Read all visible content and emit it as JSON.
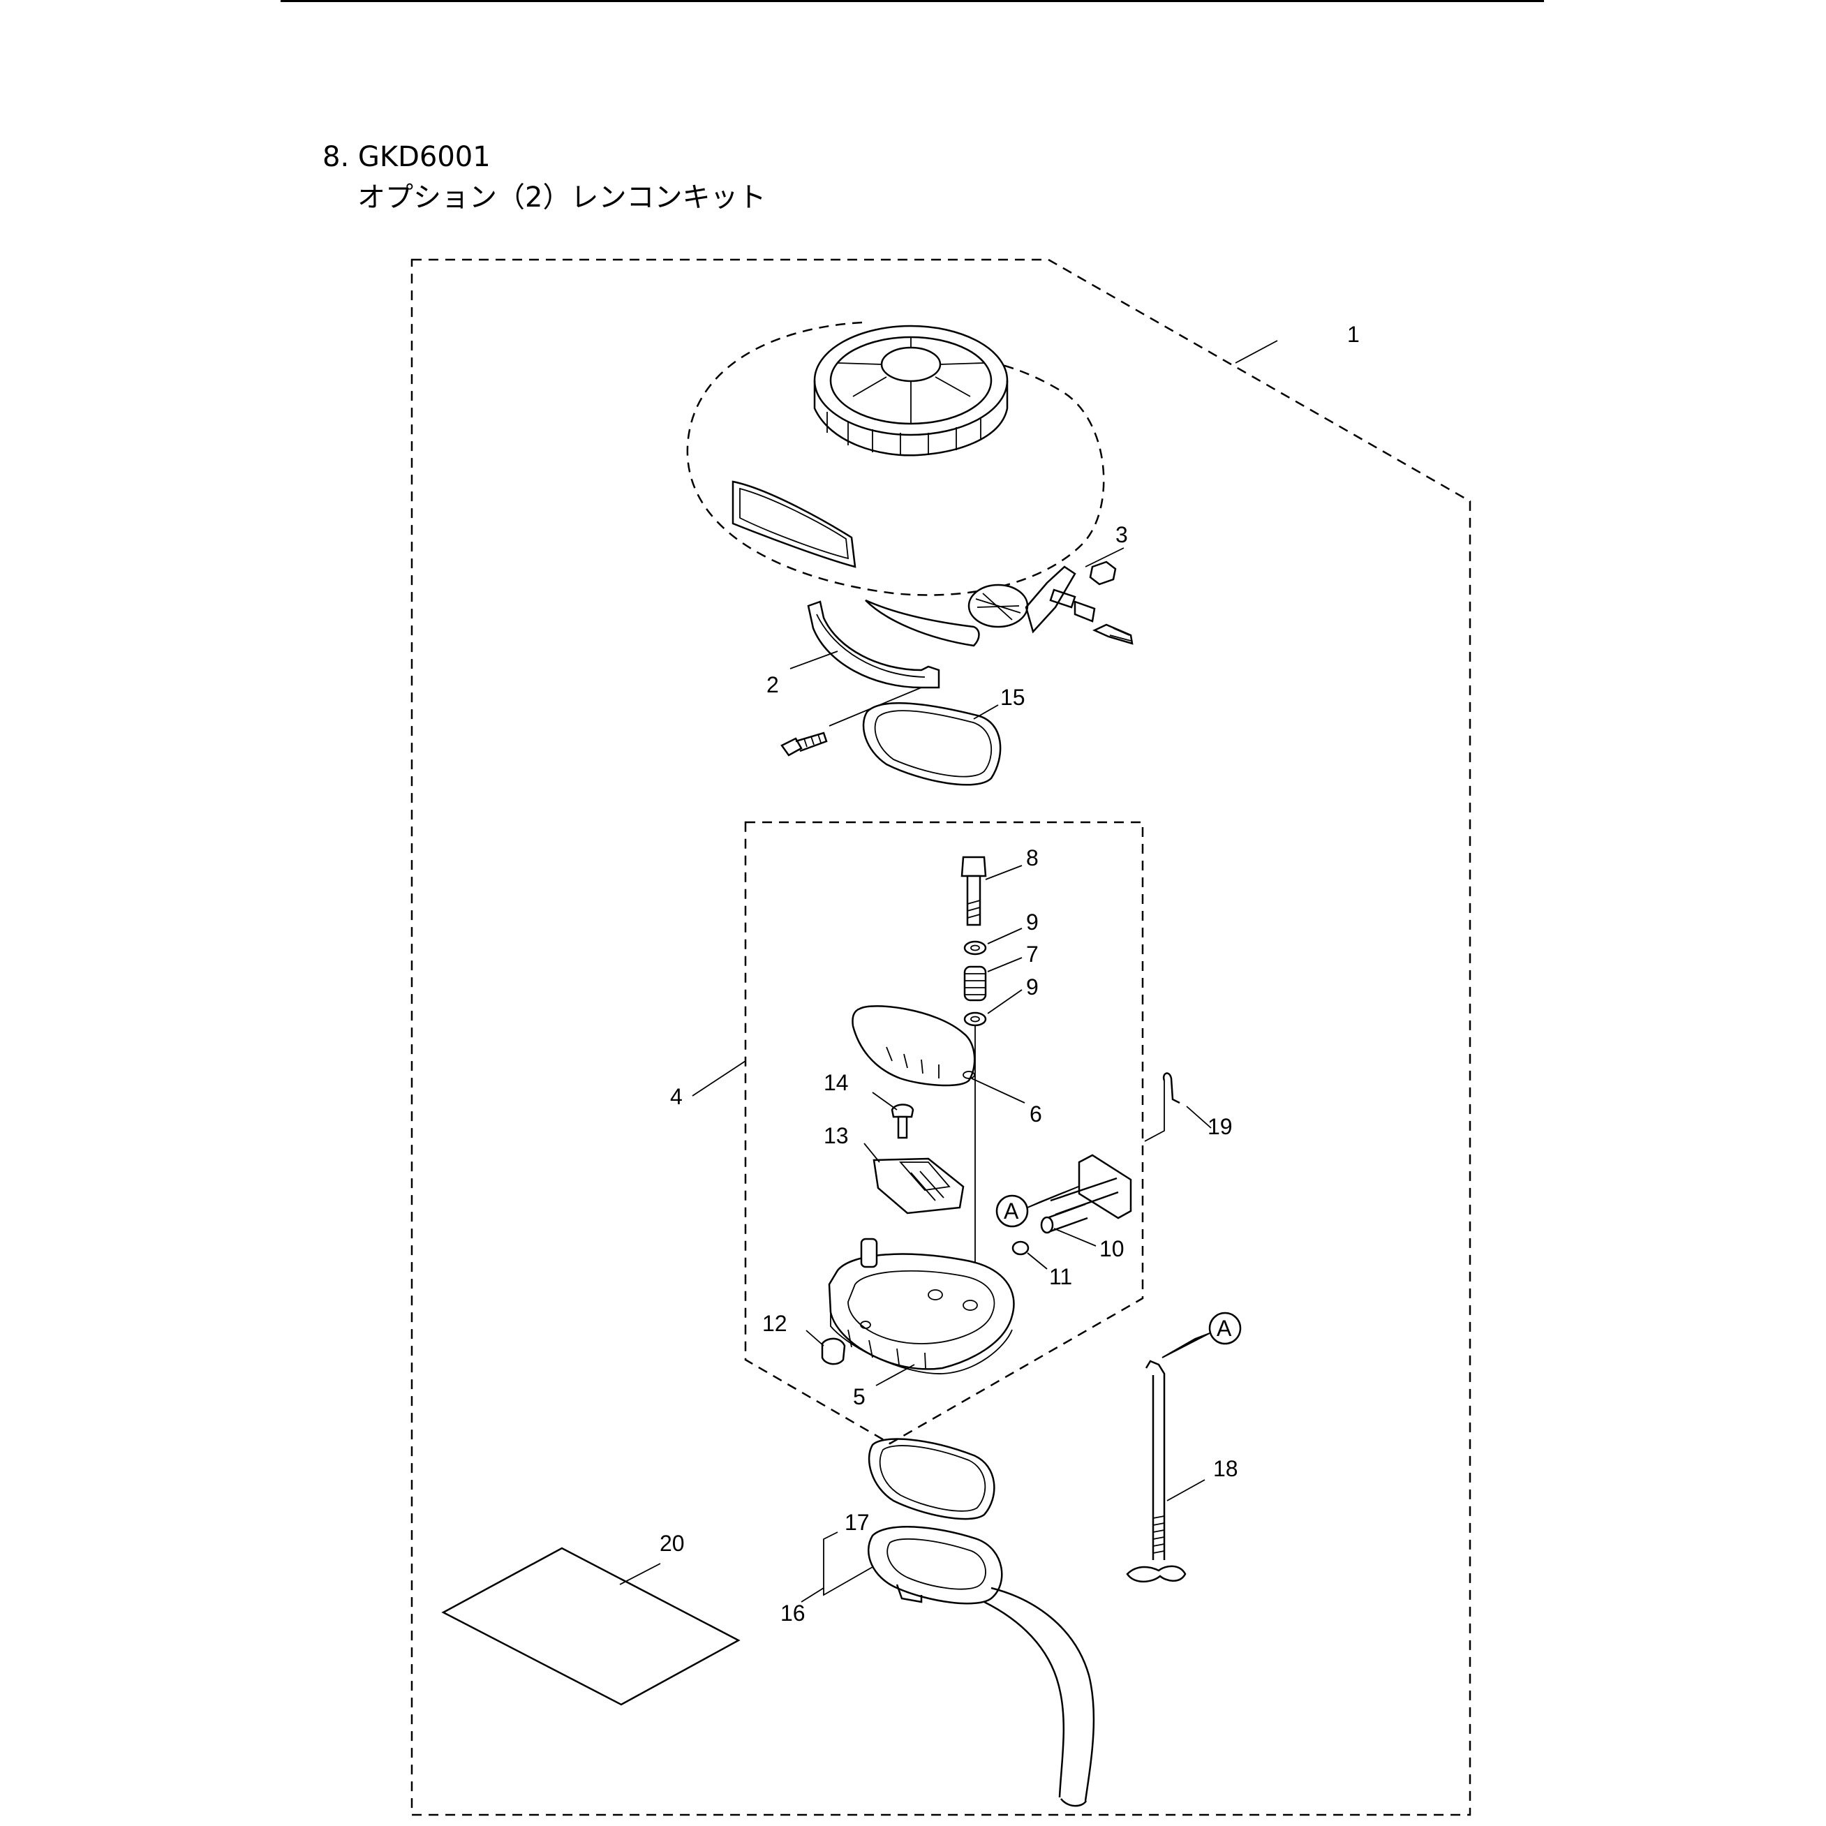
{
  "heading": {
    "line1": "8. GKD6001",
    "line2": "オプション（2）レンコンキット"
  },
  "callouts": [
    "1",
    "2",
    "3",
    "4",
    "5",
    "6",
    "7",
    "8",
    "9",
    "9",
    "10",
    "11",
    "12",
    "13",
    "14",
    "15",
    "16",
    "17",
    "18",
    "19",
    "20"
  ],
  "reference_markers": [
    "A",
    "A"
  ]
}
